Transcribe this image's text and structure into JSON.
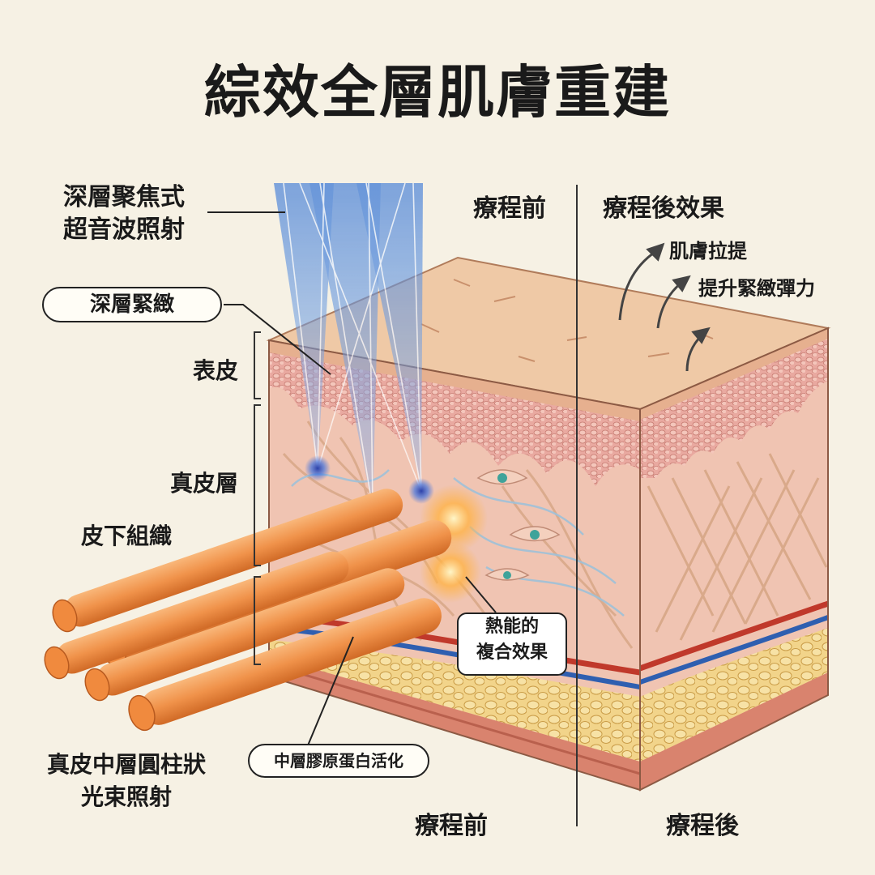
{
  "title": "綜效全層肌膚重建",
  "header": {
    "before": "療程前",
    "after": "療程後效果"
  },
  "footer": {
    "before": "療程前",
    "after": "療程後"
  },
  "labels": {
    "ultrasound_line1": "深層聚焦式",
    "ultrasound_line2": "超音波照射",
    "deep_tightening": "深層緊緻",
    "epidermis": "表皮",
    "dermis": "真皮層",
    "subcutaneous": "皮下組織",
    "cylinder_line1": "真皮中層圓柱狀",
    "cylinder_line2": "光束照射",
    "collagen": "中層膠原蛋白活化",
    "thermal_line1": "熱能的",
    "thermal_line2": "複合效果",
    "lift": "肌膚拉提",
    "firm": "提升緊緻彈力"
  },
  "colors": {
    "background": "#f6f1e4",
    "skin_top": "#efc9a6",
    "dermis": "#f0c4b2",
    "fat": "#f2d48a",
    "ultrasound_beam": "#4f86d8",
    "light_rod": "#f0924a",
    "heat_glow": "#ffb347"
  },
  "icons": [
    "arrow-up-icon"
  ]
}
